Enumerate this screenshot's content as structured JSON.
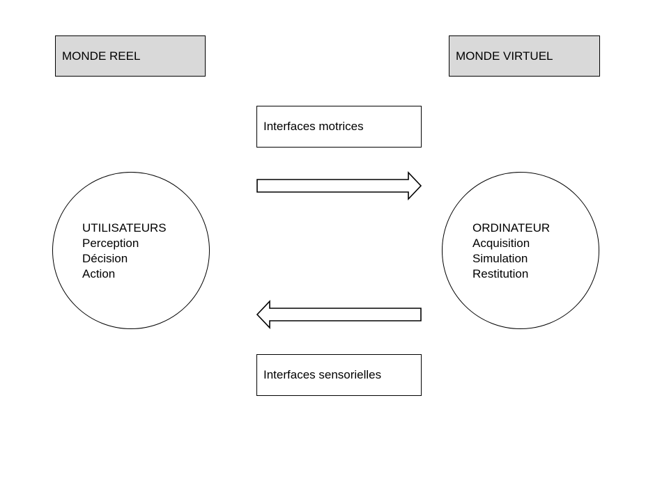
{
  "real_world": {
    "title": "MONDE REEL"
  },
  "virtual_world": {
    "title": "MONDE VIRTUEL"
  },
  "motor_interfaces": {
    "label": "Interfaces motrices"
  },
  "sensory_interfaces": {
    "label": "Interfaces sensorielles"
  },
  "users": {
    "title": "UTILISATEURS",
    "items": [
      "Perception",
      "Décision",
      "Action"
    ]
  },
  "computer": {
    "title": "ORDINATEUR",
    "items": [
      "Acquisition",
      "Simulation",
      "Restitution"
    ]
  },
  "colors": {
    "header_fill": "#d9d9d9",
    "stroke": "#000000",
    "background": "#ffffff"
  }
}
